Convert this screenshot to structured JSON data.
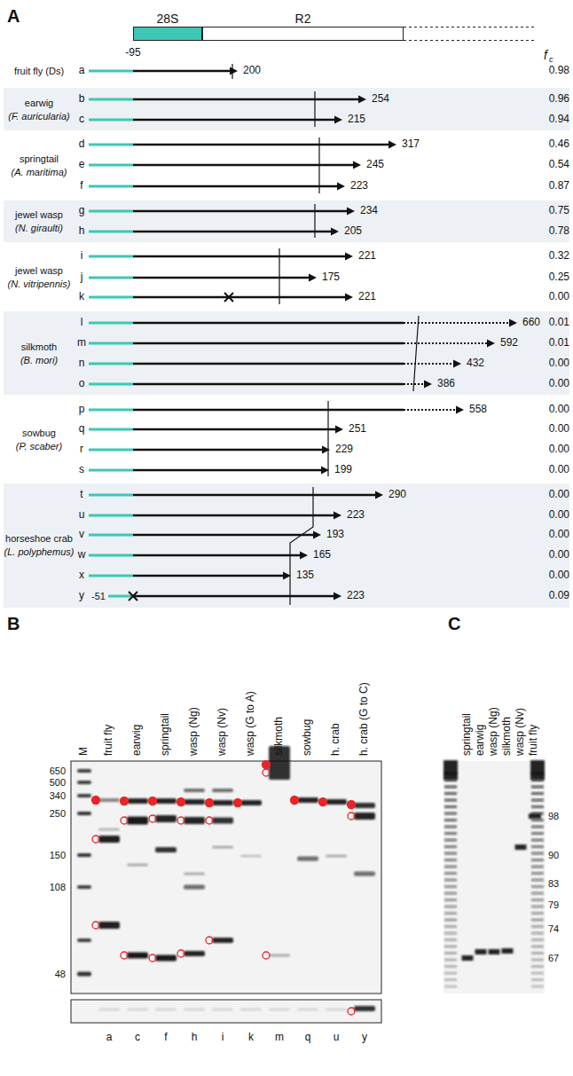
{
  "diagram": {
    "nodes": [
      {
        "text": [
          "28S"
        ]
      },
      {
        "text": [
          "R2"
        ]
      }
    ],
    "labels": [
      "A",
      "-95",
      "f",
      "c",
      "a",
      "200",
      "0.98",
      "b",
      "254",
      "0.96",
      "c",
      "215",
      "0.94",
      "d",
      "317",
      "0.46",
      "e",
      "245",
      "0.54",
      "f",
      "223",
      "0.87",
      "g",
      "234",
      "0.75",
      "h",
      "205",
      "0.78",
      "i",
      "221",
      "0.32",
      "j",
      "175",
      "0.25",
      "k",
      "221",
      "0.00",
      "l",
      "660",
      "0.01",
      "m",
      "592",
      "0.01",
      "n",
      "432",
      "0.00",
      "o",
      "386",
      "0.00",
      "p",
      "558",
      "0.00",
      "q",
      "251",
      "0.00",
      "r",
      "229",
      "0.00",
      "s",
      "199",
      "0.00",
      "t",
      "290",
      "0.00",
      "u",
      "223",
      "0.00",
      "v",
      "193",
      "0.00",
      "w",
      "165",
      "0.00",
      "x",
      "135",
      "0.00",
      "y",
      "-51",
      "223",
      "0.09",
      "fruit fly (Ds)",
      "earwig",
      "(F. auricularia)",
      "springtail",
      "(A. maritima)",
      "jewel wasp",
      "(N. giraulti)",
      "jewel wasp",
      "(N. vitripennis)",
      "silkmoth",
      "(B. mori)",
      "sowbug",
      "(P. scaber)",
      "horseshoe crab",
      "(L. polyphemus)",
      "B",
      "650",
      "500",
      "340",
      "250",
      "150",
      "108",
      "48",
      "M",
      "fruit fly",
      "earwig",
      "springtail",
      "wasp (Ng)",
      "wasp (Nv)",
      "wasp (G to A)",
      "silkmoth",
      "sowbug",
      "h. crab",
      "h. crab (G to C)",
      "a",
      "c",
      "f",
      "h",
      "i",
      "k",
      "m",
      "q",
      "u",
      "y",
      "C",
      "springtail",
      "earwig",
      "wasp (Ng)",
      "silkmoth",
      "wasp (Nv)",
      "fruit fly",
      "98",
      "90",
      "83",
      "79",
      "74",
      "67"
    ]
  }
}
